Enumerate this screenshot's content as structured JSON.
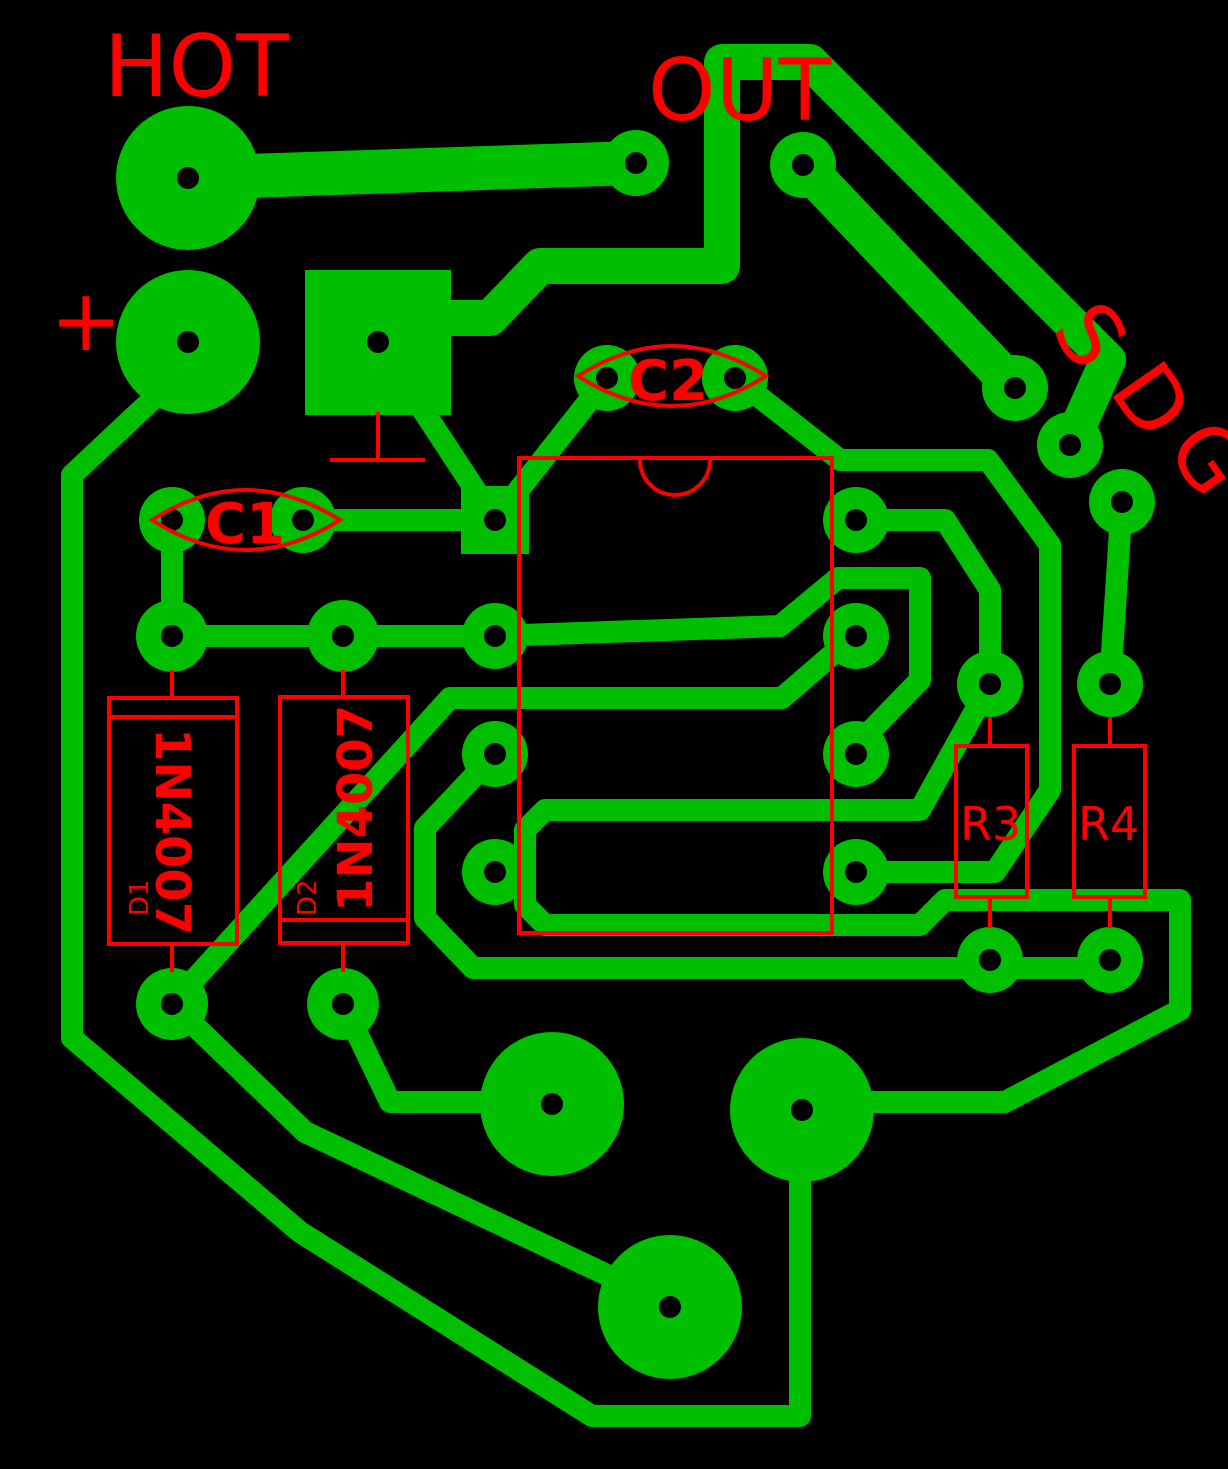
{
  "board": {
    "labels": {
      "hot": "HOT",
      "out": "OUT",
      "plus": "+",
      "pin_s": "S",
      "pin_d": "D",
      "pin_g": "G"
    },
    "components": {
      "c1": {
        "ref": "C1"
      },
      "c2": {
        "ref": "C2"
      },
      "d1": {
        "ref": "D1",
        "value": "1N4007"
      },
      "d2": {
        "ref": "D2",
        "value": "1N4007"
      },
      "r3": {
        "ref": "R3"
      },
      "r4": {
        "ref": "R4"
      },
      "ic1": {
        "type": "8-pin DIP"
      }
    },
    "colors": {
      "copper": "#00bf00",
      "silkscreen": "#ff0000",
      "background": "#000000"
    }
  }
}
